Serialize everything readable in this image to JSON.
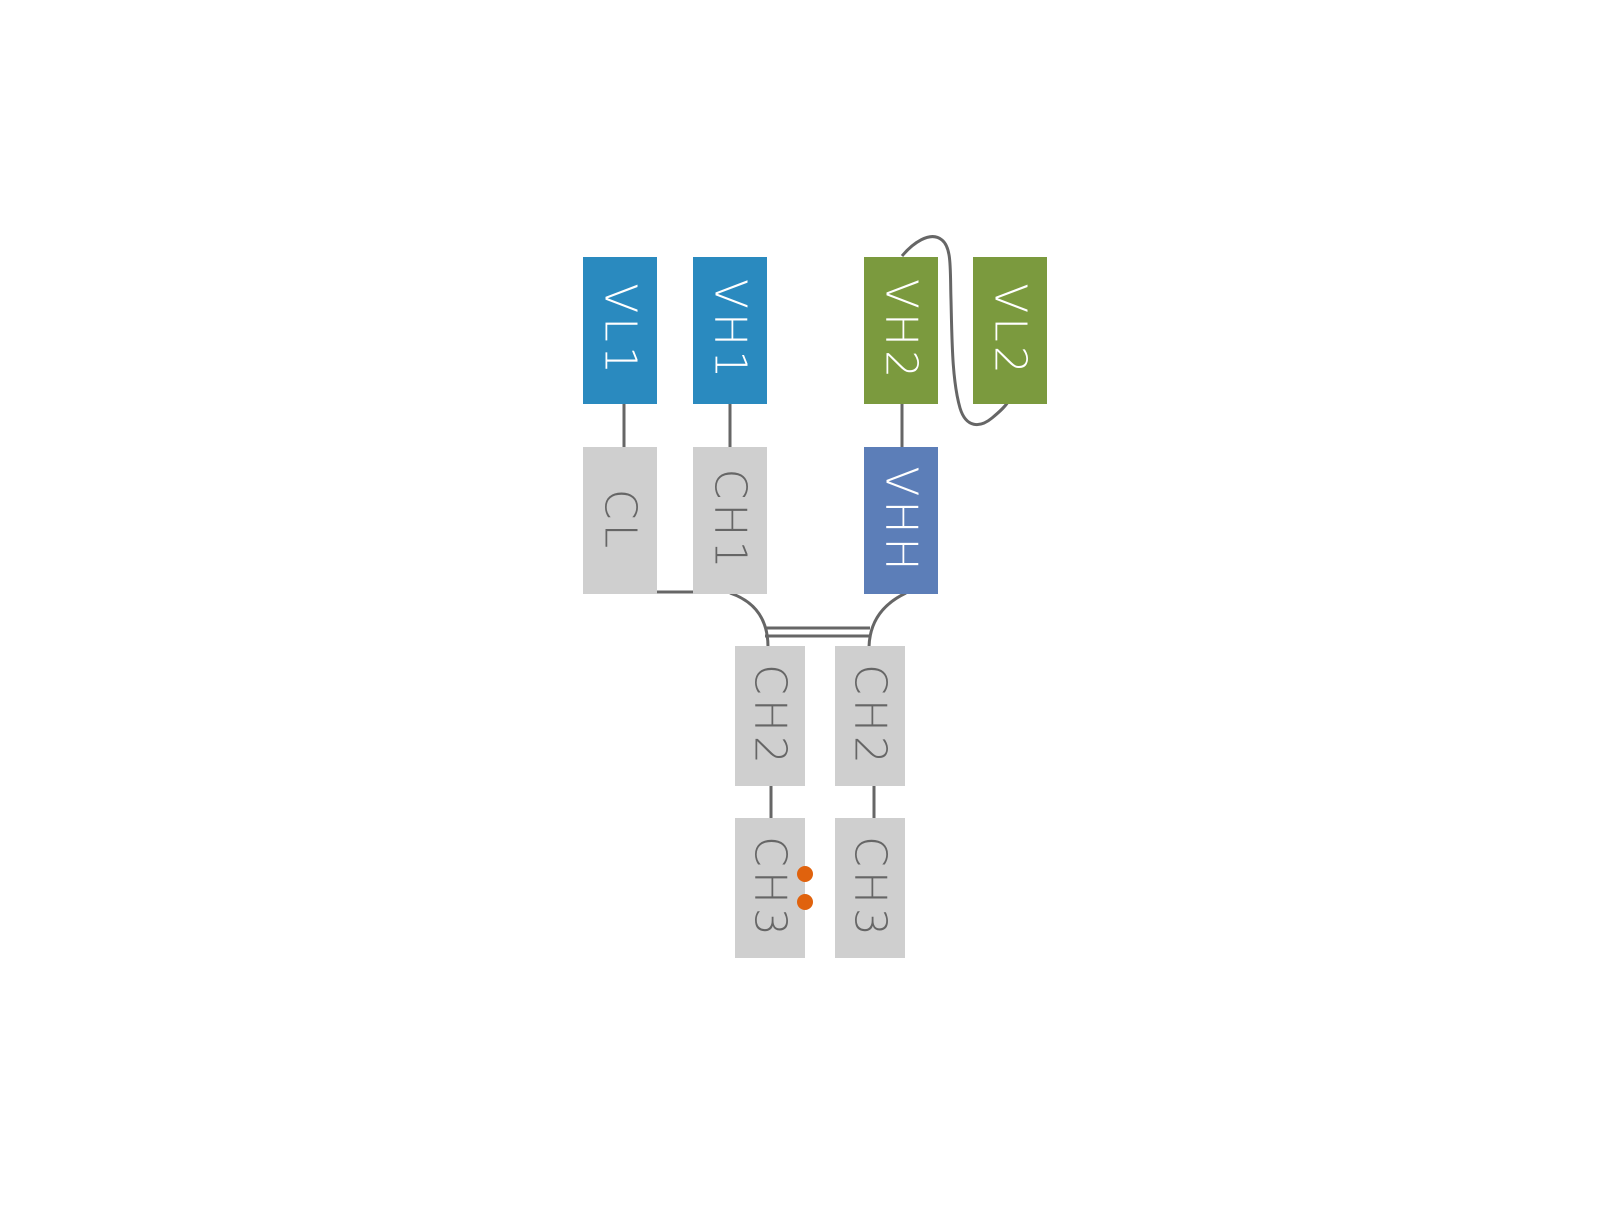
{
  "colors": {
    "blue": "#2a8abf",
    "green": "#7b9a3e",
    "vhh_blue": "#5c7eb8",
    "grey": "#cfcfcf",
    "white_text": "#ffffff",
    "dark_text": "#666666",
    "line": "#666666",
    "knob": "#e0620d"
  },
  "domains": {
    "vl1": "VL1",
    "vh1": "VH1",
    "vh2": "VH2",
    "vl2": "VL2",
    "cl": "CL",
    "ch1": "CH1",
    "vhh": "VHH",
    "ch2_left": "CH2",
    "ch2_right": "CH2",
    "ch3_left": "CH3",
    "ch3_right": "CH3"
  }
}
